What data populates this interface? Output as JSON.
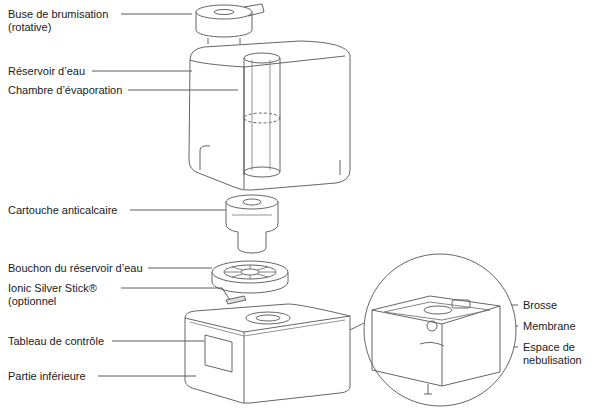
{
  "diagram": {
    "labels": [
      "Buse de brumisation (rotative)",
      "Réservoir d’eau",
      "Chambre d’évaporation",
      "Cartouche anticalcaire",
      "Bouchon du réservoir d’eau",
      "Ionic Silver Stick® (optionnel",
      "Tableau de contrôle",
      "Partie inférieure",
      "Brosse",
      "Membrane",
      "Espace de nebulisation"
    ]
  }
}
